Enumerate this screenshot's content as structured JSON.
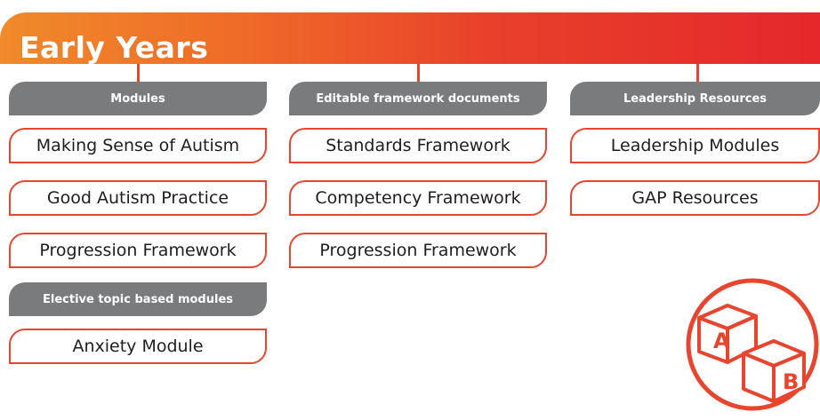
{
  "title": "Early Years",
  "columns": [
    {
      "header": "Modules",
      "items": [
        "Making Sense of Autism",
        "Good Autism Practice",
        "Progression Framework"
      ]
    },
    {
      "header": "Editable framework documents",
      "items": [
        "Standards Framework",
        "Competency Framework",
        "Progression Framework"
      ]
    },
    {
      "header": "Leadership Resources",
      "items": [
        "Leadership Modules",
        "GAP Resources"
      ]
    }
  ],
  "elective": {
    "header": "Elective topic based modules",
    "items": [
      "Anxiety Module"
    ]
  },
  "icon": {
    "name": "abc-blocks-icon",
    "letters": [
      "A",
      "B"
    ]
  },
  "colors": {
    "accent_orange": "#f08a2a",
    "accent_red": "#e5282b",
    "header_gray": "#7a7b7d",
    "box_border": "#e8452e"
  }
}
